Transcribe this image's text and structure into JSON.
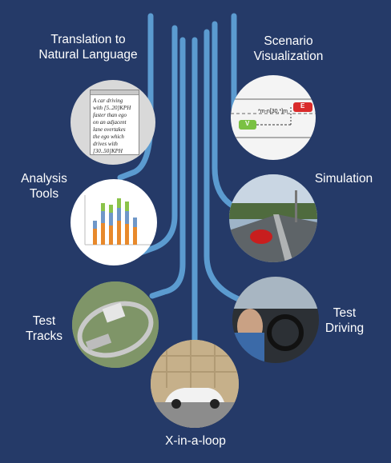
{
  "labels": {
    "translation": [
      "Translation to",
      "Natural Language"
    ],
    "scenario": [
      "Scenario",
      "Visualization"
    ],
    "analysis": [
      "Analysis",
      "Tools"
    ],
    "simulation": "Simulation",
    "test_tracks": [
      "Test",
      "Tracks"
    ],
    "test_driving": [
      "Test",
      "Driving"
    ],
    "x_in_loop": "X-in-a-loop"
  },
  "translation_card": {
    "lines": [
      "A car driving",
      "with [5..20]KPH",
      "faster than ego",
      "on an adjacent",
      "lane overtakes",
      "the ego which",
      "drives with",
      "[30..50]KPH"
    ]
  },
  "scenario_viz": {
    "distance_label": "*m-n[30,*]m",
    "ego_marker": "V",
    "other_marker": "E"
  },
  "colors": {
    "background": "#253a68",
    "branch": "#5b9bd0",
    "branch_light": "#7fb3dc"
  }
}
